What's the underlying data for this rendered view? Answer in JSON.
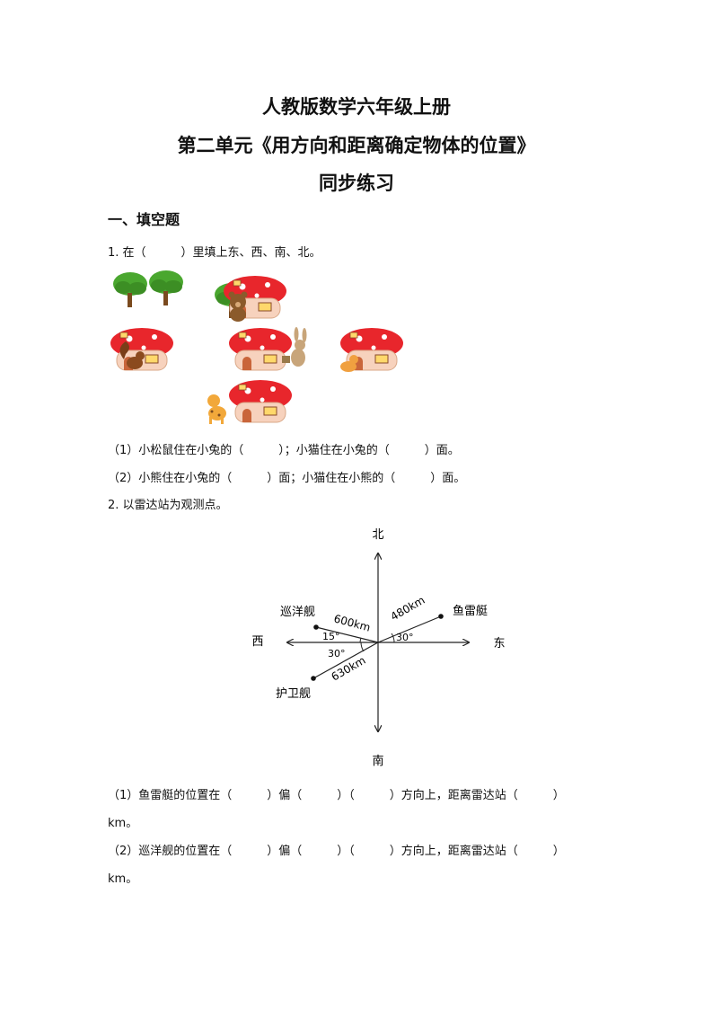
{
  "header": {
    "line1": "人教版数学六年级上册",
    "line2": "第二单元《用方向和距离确定物体的位置》",
    "line3": "同步练习"
  },
  "section1": {
    "title": "一、填空题"
  },
  "q1": {
    "stem": "1. 在（　　　）里填上东、西、南、北。",
    "sub1": "（1）小松鼠住在小兔的（　　　）；小猫住在小兔的（　　　）面。",
    "sub2": "（2）小熊住在小兔的（　　　）面；小猫住在小熊的（　　　）面。"
  },
  "q2": {
    "stem": "2. 以雷达站为观测点。",
    "sub1_a": "（1）鱼雷艇的位置在（　　　）偏（　　　）（　　　）方向上，距离雷达站（　　　）",
    "sub1_b": "km。",
    "sub2_a": "（2）巡洋舰的位置在（　　　）偏（　　　）（　　　）方向上，距离雷达站（　　　）",
    "sub2_b": "km。"
  },
  "diagram": {
    "north": "北",
    "south": "南",
    "east": "东",
    "west": "西",
    "torpedo_boat": "鱼雷艇",
    "cruiser": "巡洋舰",
    "escort": "护卫舰",
    "dist_torpedo": "480km",
    "dist_cruiser": "600km",
    "dist_escort": "630km",
    "angle_torpedo": "30°",
    "angle_cruiser": "15°",
    "angle_escort": "30°"
  }
}
